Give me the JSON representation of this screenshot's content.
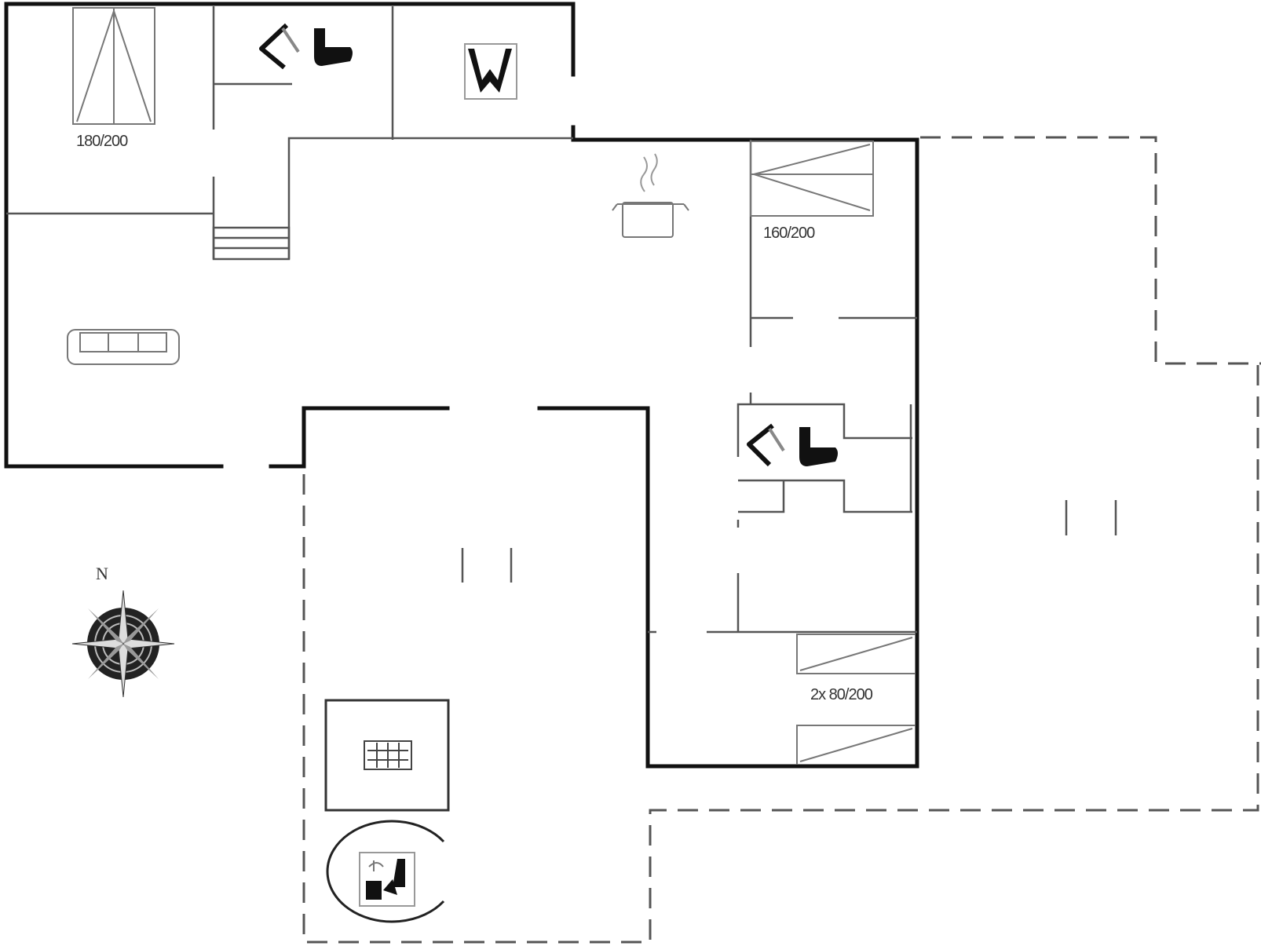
{
  "labels": {
    "bed_master": "180/200",
    "bed_second": "160/200",
    "bed_third": "2x 80/200",
    "compass_north": "N"
  },
  "icons": [
    "toilet-icon",
    "shower-icon",
    "cooking-pot-icon",
    "sofa-icon",
    "bbq-grill-icon",
    "spa-bath-icon",
    "compass-rose-icon",
    "bed-icon"
  ],
  "colors": {
    "wall": "#111111",
    "line": "#555555",
    "furniture": "#777777"
  }
}
